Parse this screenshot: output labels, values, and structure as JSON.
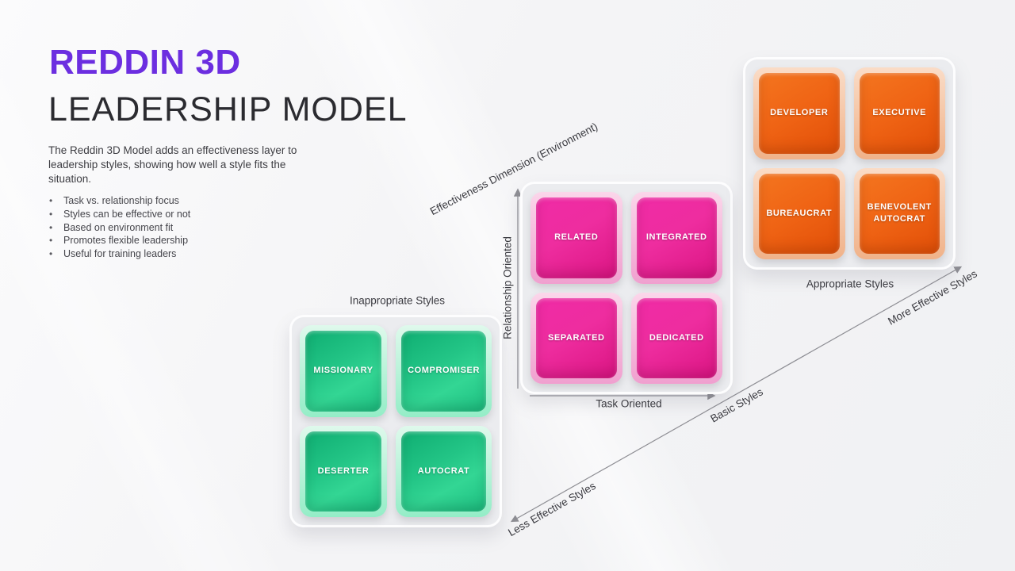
{
  "header": {
    "title_accent": "REDDIN 3D",
    "title_rest": "LEADERSHIP MODEL",
    "description": "The Reddin 3D Model adds an effectiveness layer to leadership styles, showing how well a style fits the situation.",
    "bullet_char": "•",
    "bullets": [
      "Task vs. relationship focus",
      "Styles can be effective or not",
      "Based on environment fit",
      "Promotes flexible leadership",
      "Useful for training leaders"
    ],
    "accent_color": "#6c2ee0"
  },
  "diagram": {
    "groups": {
      "inappropriate": {
        "label": "Inappropriate Styles",
        "theme_color": "#1dbf81",
        "boxes": [
          "MISSIONARY",
          "COMPROMISER",
          "DESERTER",
          "AUTOCRAT"
        ]
      },
      "basic": {
        "theme_color": "#ee1f9e",
        "boxes": [
          "RELATED",
          "INTEGRATED",
          "SEPARATED",
          "DEDICATED"
        ]
      },
      "appropriate": {
        "label": "Appropriate Styles",
        "theme_color": "#ef6314",
        "boxes": [
          "DEVELOPER",
          "EXECUTIVE",
          "BUREAUCRAT",
          "BENEVOLENT AUTOCRAT"
        ]
      }
    },
    "axes": {
      "vertical_label": "Relationship Oriented",
      "horizontal_label": "Task Oriented",
      "effectiveness_label": "Effectiveness Dimension (Environment)",
      "less_effective_label": "Less Effective Styles",
      "basic_label": "Basic Styles",
      "more_effective_label": "More Effective Styles"
    }
  }
}
